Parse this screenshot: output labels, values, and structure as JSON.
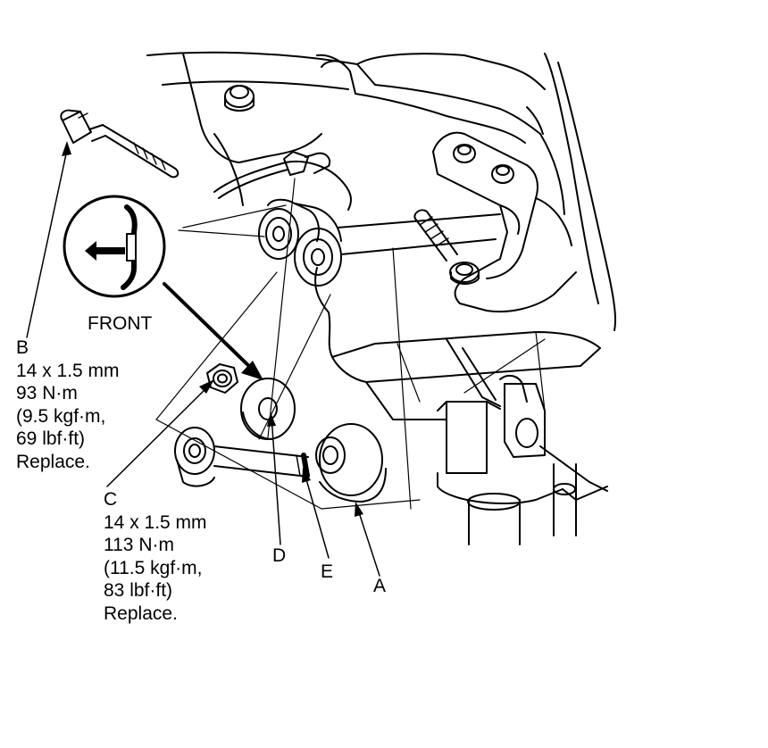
{
  "callouts": {
    "front": "FRONT",
    "a": "A",
    "d": "D",
    "e": "E"
  },
  "spec_b": {
    "letter": "B",
    "size": "14 x 1.5 mm",
    "torque_nm": "93 N·m",
    "torque_kgf": "(9.5 kgf·m,",
    "torque_lbf": "69 lbf·ft)",
    "note": "Replace."
  },
  "spec_c": {
    "letter": "C",
    "size": "14 x 1.5 mm",
    "torque_nm": "113 N·m",
    "torque_kgf": "(11.5 kgf·m,",
    "torque_lbf": "83 lbf·ft)",
    "note": "Replace."
  },
  "icons": [
    "front-direction-arrow-icon"
  ]
}
